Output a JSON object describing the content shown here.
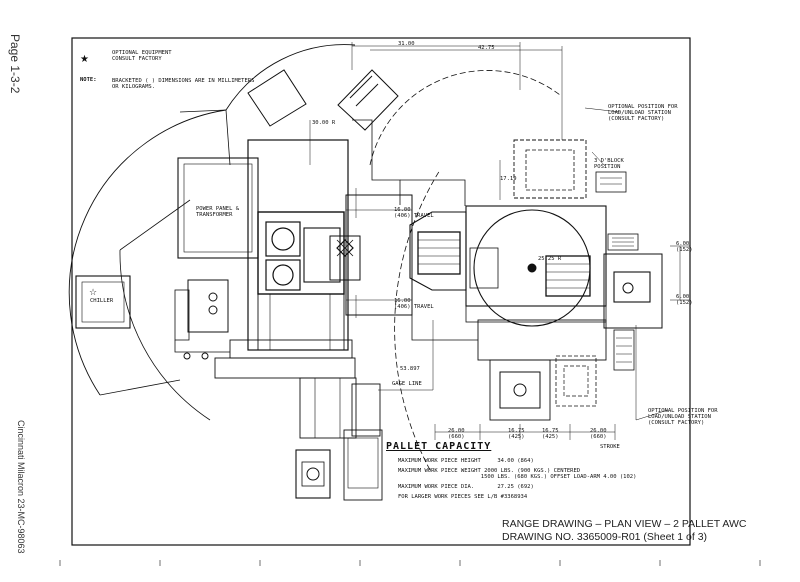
{
  "side": {
    "page_label": "Page 1-3-2",
    "publication": "Cincinnati Milacron 23-MC-98063"
  },
  "legend": {
    "star_note": "OPTIONAL EQUIPMENT\nCONSULT FACTORY",
    "note_label": "NOTE:",
    "note_text": "BRACKETED ( ) DIMENSIONS ARE IN MILLIMETERS\nOR KILOGRAMS."
  },
  "dimensions": {
    "top_31": "31.00",
    "top_42": "42.75",
    "radius_30": "30.00 R",
    "d_17_19": "17.19",
    "d_16_travel_a": "16.00\n(406) TRAVEL",
    "d_16_travel_b": "16.00\n(406) TRAVEL",
    "d_53_897": "53.897",
    "gage_line": "GAGE LINE",
    "d_25_25": "25.25 R",
    "d_6_00_a": "6.00\n(152)",
    "d_6_00_b": "6.00\n(152)",
    "bottom_26_a": "26.00\n(660)",
    "bottom_16_75_a": "16.75\n(425)",
    "bottom_16_75_b": "16.75\n(425)",
    "bottom_26_b": "26.00\n(660)",
    "stroke": "STROKE"
  },
  "labels": {
    "power_panel": "POWER PANEL &\nTRANSFORMER",
    "chiller": "CHILLER",
    "optional_position_top": "OPTIONAL POSITION FOR\nLOAD/UNLOAD STATION\n(CONSULT FACTORY)",
    "block_position": "3 D'BLOCK\nPOSITION",
    "optional_position_bottom": "OPTIONAL POSITION FOR\nLOAD/UNLOAD STATION\n(CONSULT FACTORY)"
  },
  "pallet_capacity": {
    "title": "PALLET CAPACITY",
    "lines": [
      "MAXIMUM WORK PIECE HEIGHT     34.00 (864)",
      "MAXIMUM WORK PIECE WEIGHT 2000 LBS. (900 KGS.) CENTERED",
      "                         1500 LBS. (680 KGS.) OFFSET LOAD-ARM 4.00 (102)",
      "MAXIMUM WORK PIECE DIA.       27.25 (692)",
      "FOR LARGER WORK PIECES SEE L/B #3368934"
    ]
  },
  "caption": {
    "title": "RANGE DRAWING – PLAN VIEW – 2 PALLET AWC",
    "drawing_no": "DRAWING NO. 3365009-R01 (Sheet 1 of 3)"
  }
}
